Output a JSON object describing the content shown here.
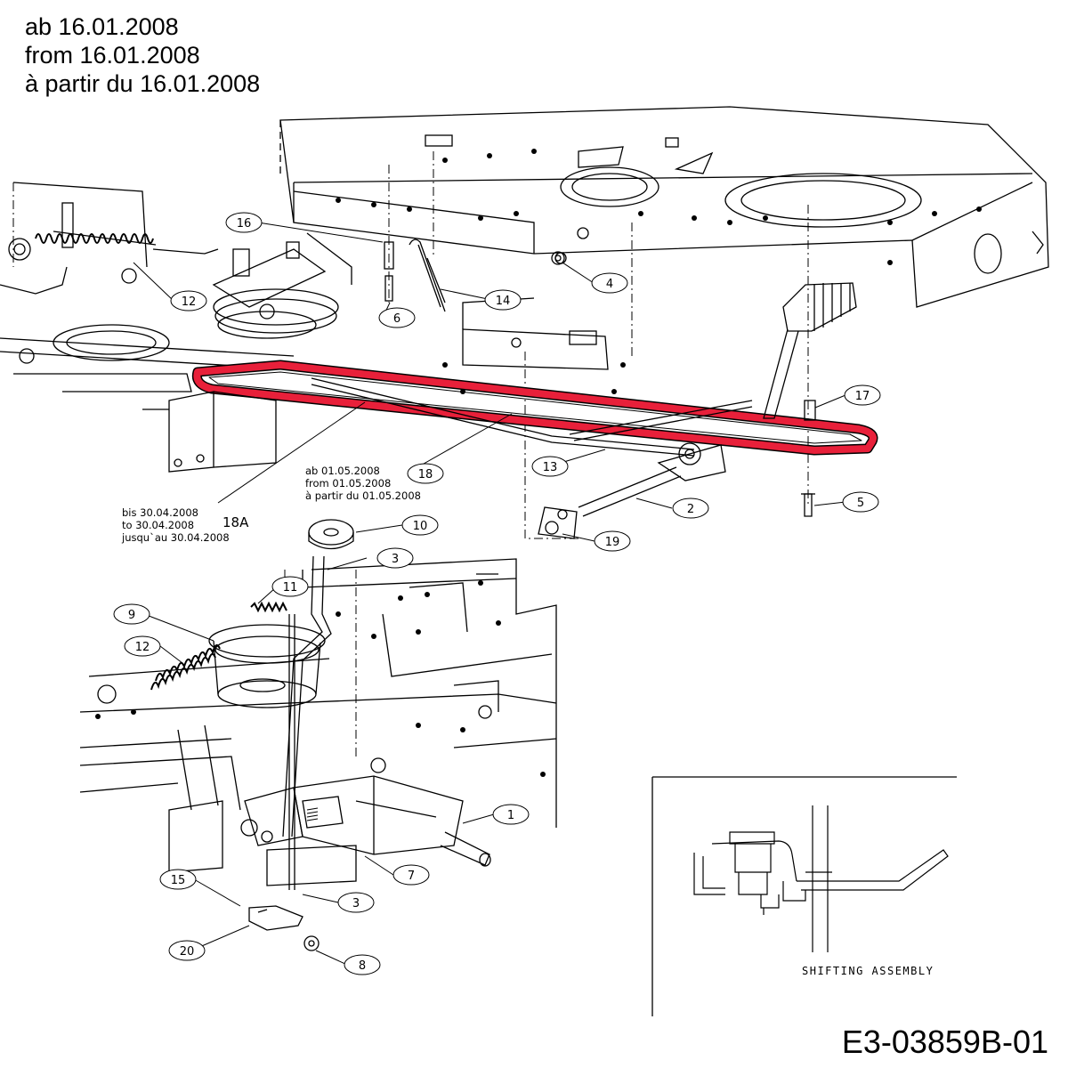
{
  "header": {
    "lines": [
      "ab 16.01.2008",
      "from 16.01.2008",
      "à partir du 16.01.2008"
    ]
  },
  "callouts": {
    "c1": "1",
    "c2": "2",
    "c3a": "3",
    "c3b": "3",
    "c4": "4",
    "c5": "5",
    "c6": "6",
    "c7": "7",
    "c8": "8",
    "c9": "9",
    "c10": "10",
    "c11": "11",
    "c12a": "12",
    "c12b": "12",
    "c13": "13",
    "c14": "14",
    "c15": "15",
    "c16": "16",
    "c17": "17",
    "c18": "18",
    "c19": "19",
    "c20": "20"
  },
  "notes": {
    "from_note": [
      "ab 01.05.2008",
      "from 01.05.2008",
      "à partir du 01.05.2008"
    ],
    "until_note": [
      "bis 30.04.2008",
      "to 30.04.2008",
      "jusqu`au 30.04.2008"
    ],
    "label_18a": "18A"
  },
  "detail": {
    "caption": "SHIFTING ASSEMBLY"
  },
  "drawing_id": "E3-03859B-01",
  "colors": {
    "belt_highlight": "#e8203a",
    "line": "#000000"
  }
}
